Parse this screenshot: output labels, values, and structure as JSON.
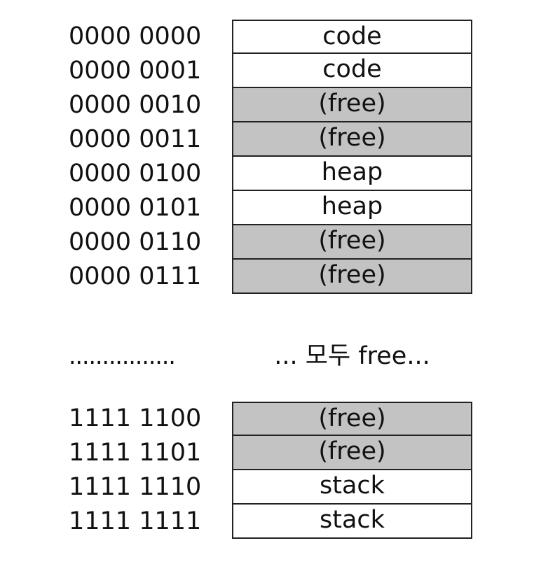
{
  "memory_top": [
    {
      "address": "0000 0000",
      "content": "code",
      "kind": "used"
    },
    {
      "address": "0000 0001",
      "content": "code",
      "kind": "used"
    },
    {
      "address": "0000 0010",
      "content": "(free)",
      "kind": "free"
    },
    {
      "address": "0000 0011",
      "content": "(free)",
      "kind": "free"
    },
    {
      "address": "0000 0100",
      "content": "heap",
      "kind": "used"
    },
    {
      "address": "0000 0101",
      "content": "heap",
      "kind": "used"
    },
    {
      "address": "0000 0110",
      "content": "(free)",
      "kind": "free"
    },
    {
      "address": "0000 0111",
      "content": "(free)",
      "kind": "free"
    }
  ],
  "gap": {
    "address_dots": "................",
    "label": "... 모두 free..."
  },
  "memory_bottom": [
    {
      "address": "1111 1100",
      "content": "(free)",
      "kind": "free"
    },
    {
      "address": "1111 1101",
      "content": "(free)",
      "kind": "free"
    },
    {
      "address": "1111 1110",
      "content": "stack",
      "kind": "used"
    },
    {
      "address": "1111 1111",
      "content": "stack",
      "kind": "used"
    }
  ],
  "colors": {
    "free_fill": "#c3c3c3",
    "used_fill": "#ffffff",
    "border": "#222222"
  }
}
